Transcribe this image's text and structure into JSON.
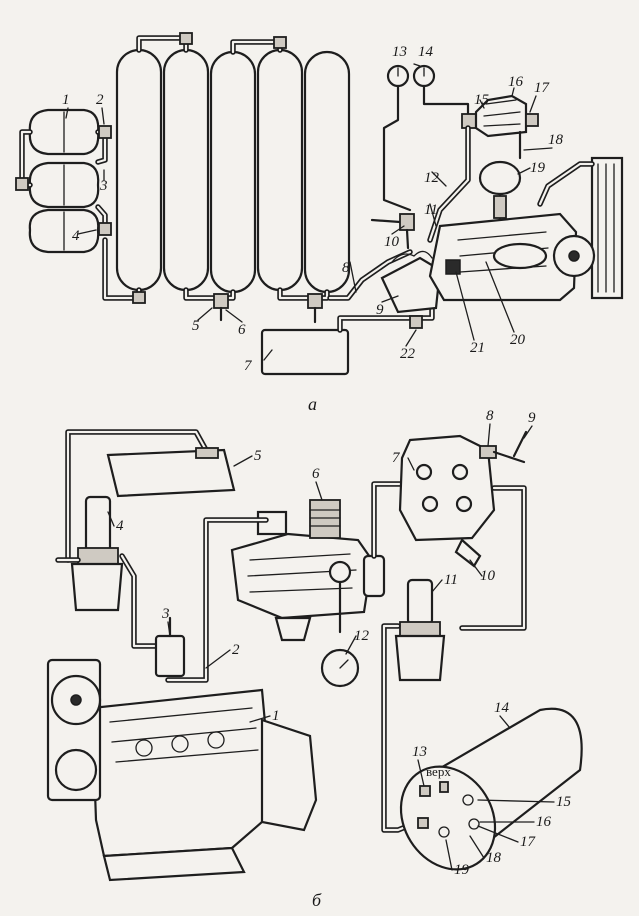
{
  "figure_a": {
    "caption": "а",
    "callouts": [
      "1",
      "2",
      "3",
      "4",
      "5",
      "6",
      "7",
      "8",
      "9",
      "10",
      "11",
      "12",
      "13",
      "14",
      "15",
      "16",
      "17",
      "18",
      "19",
      "20",
      "21",
      "22"
    ]
  },
  "figure_b": {
    "caption": "б",
    "callouts": [
      "1",
      "2",
      "3",
      "4",
      "5",
      "6",
      "7",
      "8",
      "9",
      "10",
      "11",
      "12",
      "13",
      "14",
      "15",
      "16",
      "17",
      "18",
      "19"
    ],
    "tank_label": "верх"
  },
  "colors": {
    "ink": "#1e1e1e",
    "paper": "#f4f2ee",
    "shade": "#cfcac2"
  }
}
